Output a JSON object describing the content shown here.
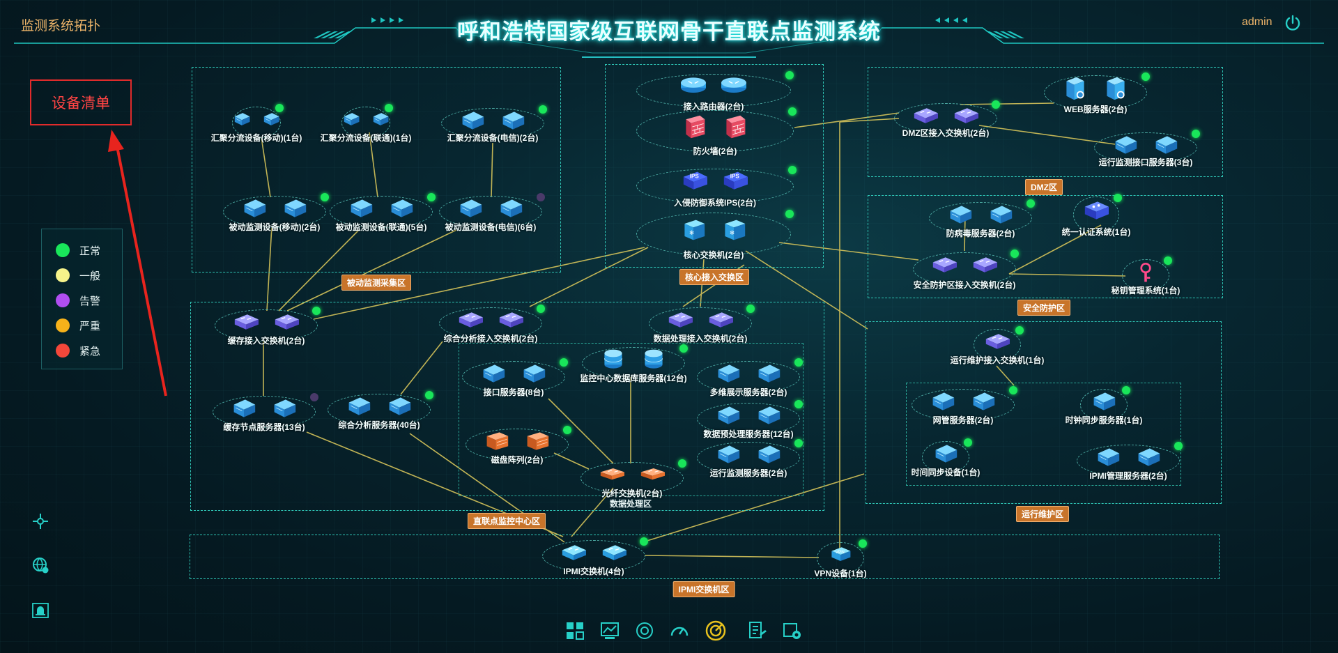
{
  "header": {
    "app_name": "监测系统拓扑",
    "title": "呼和浩特国家级互联网骨干直联点监测系统",
    "user": "admin"
  },
  "device_list_button": "设备清单",
  "legend": [
    {
      "label": "正常",
      "color": "#19e65a"
    },
    {
      "label": "一般",
      "color": "#f6f38a"
    },
    {
      "label": "告警",
      "color": "#b04ef0"
    },
    {
      "label": "严重",
      "color": "#f6b21a"
    },
    {
      "label": "紧急",
      "color": "#f3473a"
    }
  ],
  "status_colors": {
    "normal": "#19e65a",
    "alarm": "#4a3a6a"
  },
  "side_icons": [
    "topology-icon",
    "globe-settings-icon",
    "alarm-bell-icon"
  ],
  "bottom_nav_icons": [
    "dashboard-icon",
    "chart-icon",
    "network-icon",
    "gauge-icon",
    "target-icon",
    "report-icon",
    "settings-icon"
  ],
  "zones": [
    {
      "name": "passive-monitor-zone",
      "label": "被动监测采集区"
    },
    {
      "name": "core-access-zone",
      "label": "核心接入交换区"
    },
    {
      "name": "dmz-zone",
      "label": "DMZ区"
    },
    {
      "name": "security-zone",
      "label": "安全防护区"
    },
    {
      "name": "center-zone",
      "label": "直联点监控中心区"
    },
    {
      "name": "data-processing-zone",
      "label": "数据处理区"
    },
    {
      "name": "ops-zone",
      "label": "运行维护区"
    },
    {
      "name": "ipmi-zone",
      "label": "IPMI交换机区"
    }
  ],
  "nodes": [
    {
      "label": "汇聚分流设备(移动)(1台)",
      "status": "normal",
      "icon": "server"
    },
    {
      "label": "汇聚分流设备(联通)(1台)",
      "status": "normal",
      "icon": "server"
    },
    {
      "label": "汇聚分流设备(电信)(2台)",
      "status": "normal",
      "icon": "server"
    },
    {
      "label": "被动监测设备(移动)(2台)",
      "status": "normal",
      "icon": "server"
    },
    {
      "label": "被动监测设备(联通)(5台)",
      "status": "normal",
      "icon": "server"
    },
    {
      "label": "被动监测设备(电信)(6台)",
      "status": "alarm",
      "icon": "server"
    },
    {
      "label": "接入路由器(2台)",
      "status": "normal",
      "icon": "router"
    },
    {
      "label": "防火墙(2台)",
      "status": "normal",
      "icon": "firewall"
    },
    {
      "label": "入侵防御系统IPS(2台)",
      "status": "normal",
      "icon": "ips"
    },
    {
      "label": "核心交换机(2台)",
      "status": "normal",
      "icon": "core-switch"
    },
    {
      "label": "DMZ区接入交换机(2台)",
      "status": "normal",
      "icon": "switch"
    },
    {
      "label": "WEB服务器(2台)",
      "status": "normal",
      "icon": "web-server"
    },
    {
      "label": "运行监测接口服务器(3台)",
      "status": "normal",
      "icon": "server"
    },
    {
      "label": "防病毒服务器(2台)",
      "status": "normal",
      "icon": "server"
    },
    {
      "label": "统一认证系统(1台)",
      "status": "normal",
      "icon": "auth"
    },
    {
      "label": "安全防护区接入交换机(2台)",
      "status": "normal",
      "icon": "switch"
    },
    {
      "label": "秘钥管理系统(1台)",
      "status": "normal",
      "icon": "key"
    },
    {
      "label": "缓存接入交换机(2台)",
      "status": "normal",
      "icon": "switch"
    },
    {
      "label": "综合分析接入交换机(2台)",
      "status": "normal",
      "icon": "switch"
    },
    {
      "label": "数据处理接入交换机(2台)",
      "status": "normal",
      "icon": "switch"
    },
    {
      "label": "缓存节点服务器(13台)",
      "status": "alarm",
      "icon": "server"
    },
    {
      "label": "综合分析服务器(40台)",
      "status": "normal",
      "icon": "server"
    },
    {
      "label": "接口服务器(8台)",
      "status": "normal",
      "icon": "server"
    },
    {
      "label": "监控中心数据库服务器(12台)",
      "status": "normal",
      "icon": "database"
    },
    {
      "label": "多维展示服务器(2台)",
      "status": "normal",
      "icon": "server"
    },
    {
      "label": "数据预处理服务器(12台)",
      "status": "normal",
      "icon": "server"
    },
    {
      "label": "运行监测服务器(2台)",
      "status": "normal",
      "icon": "server"
    },
    {
      "label": "磁盘阵列(2台)",
      "status": "normal",
      "icon": "storage"
    },
    {
      "label": "光纤交换机(2台)",
      "status": "normal",
      "icon": "fiber-switch"
    },
    {
      "label": "运行维护接入交换机(1台)",
      "status": "normal",
      "icon": "switch"
    },
    {
      "label": "网管服务器(2台)",
      "status": "normal",
      "icon": "server"
    },
    {
      "label": "时钟同步服务器(1台)",
      "status": "normal",
      "icon": "server"
    },
    {
      "label": "时间同步设备(1台)",
      "status": "normal",
      "icon": "server"
    },
    {
      "label": "IPMI管理服务器(2台)",
      "status": "normal",
      "icon": "server"
    },
    {
      "label": "IPMI交换机(4台)",
      "status": "normal",
      "icon": "ipmi-switch"
    },
    {
      "label": "VPN设备(1台)",
      "status": "normal",
      "icon": "vpn"
    }
  ]
}
